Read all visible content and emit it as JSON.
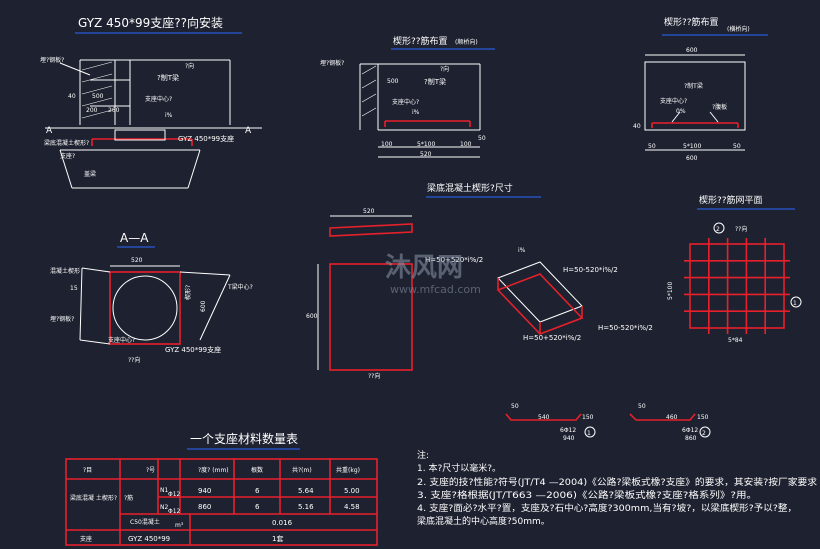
{
  "colors": {
    "background": "#1e2230",
    "line": "#ffffff",
    "rebar": "#e8202a",
    "underline": "#2a5bd7"
  },
  "titles": {
    "main": "GYZ  450*99支座??向安装",
    "rebar_long": "楔形??筋布置",
    "rebar_long_sub": "(顺桥向)",
    "rebar_trans": "楔形??筋布置",
    "rebar_trans_sub": "(横桥向)",
    "wedge_size": "梁底混凝土楔形?尺寸",
    "mesh_plan": "楔形??筋网平面",
    "section_aa": "A—A",
    "table_title": "一个支座材料数量表",
    "notes_head": "注:"
  },
  "main_view": {
    "label_top_left": "埋?钢板?",
    "label_beam": "?制T梁",
    "label_dir": "?向",
    "label_center": "支座中心?",
    "label_slope": "i%",
    "label_wedge": "梁底混凝土楔形?",
    "label_support": "支座?",
    "label_bearing": "GYZ 450*99支座",
    "label_pier": "盖梁",
    "label_a_left": "A",
    "label_a_right": "A",
    "dim_40": "40",
    "dim_500": "500",
    "dim_200": "200",
    "dim_260": "260"
  },
  "long_view": {
    "label_plate": "埋?钢板?",
    "label_beam": "?制T梁",
    "label_dir": "?向",
    "label_center": "支座中心?",
    "label_slope": "i%",
    "dim_100a": "100",
    "dim_5x100": "5*100",
    "dim_100b": "100",
    "dim_520": "520",
    "dim_500": "500",
    "dim_50": "50"
  },
  "trans_view": {
    "dim_600_top": "600",
    "label_beam": "?制T梁",
    "label_center": "支座中心?",
    "label_slope": "0%",
    "label_rib": "?腹板",
    "dim_50a": "50",
    "dim_5x100": "5*100",
    "dim_50b": "50",
    "dim_600_bottom": "600",
    "dim_40": "40"
  },
  "wedge_view": {
    "dim_520": "520",
    "dim_600": "600",
    "h_top": "H=50+520*i%/2",
    "h_right_top": "H=50-520*i%/2",
    "h_bottom": "H=50+520*i%/2",
    "h_right_bottom": "H=50-520*i%/2",
    "label_slope": "i%",
    "label_dir": "??向"
  },
  "section_view": {
    "dim_520": "520",
    "dim_600": "600",
    "dim_15": "15",
    "label_wedge": "混凝土楔形",
    "label_plate": "埋?钢板?",
    "label_center": "支座中心?",
    "label_bearing": "GYZ 450*99支座",
    "label_dir": "??向",
    "label_bottom_center": "支座中心?",
    "label_right_center": "T梁中心?",
    "label_vert": "楔形?"
  },
  "mesh_view": {
    "mark_top": "2",
    "mark_right": "1",
    "label_dir": "??向",
    "dim_right": "5*100",
    "dim_bottom": "5*84"
  },
  "bar_shapes": [
    {
      "l": "50",
      "m": "540",
      "r": "150",
      "spec": "6Φ12",
      "len": "940",
      "mark": "1"
    },
    {
      "l": "50",
      "m": "460",
      "r": "150",
      "spec": "6Φ12",
      "len": "860",
      "mark": "2"
    }
  ],
  "watermark": {
    "brand": "沐风网",
    "url": "www.mfcad.com"
  },
  "table": {
    "headers": [
      "?目",
      "?号",
      "?度?\n(mm)",
      "根数",
      "共?(m)",
      "共重(kg)"
    ],
    "group_label": "梁底混凝\n土楔形?",
    "steel_label": "?筋",
    "rows": [
      {
        "id": "N1",
        "spec": "Φ12",
        "length": "940",
        "count": "6",
        "total": "5.64",
        "weight": "5.00"
      },
      {
        "id": "N2",
        "spec": "Φ12",
        "length": "860",
        "count": "6",
        "total": "5.16",
        "weight": "4.58"
      }
    ],
    "concrete": {
      "label": "C50混凝土",
      "unit": "m³",
      "value": "0.016"
    },
    "support": {
      "label": "支座",
      "spec": "GYZ 450*99",
      "value": "1套"
    }
  },
  "notes": [
    "1. 本?尺寸以毫米?。",
    "2. 支座的技?性能?符号(JT/T4 —2004)《公路?梁板式橡?支座》的要求，其安装?按厂家要求",
    "3. 支座?格根据(JT/T663 —2006)《公路?梁板式橡?支座?格系列》?用。",
    "4. 支座?面必?水平?置，支座及?石中心?高度?300mm,当有?坡?，以梁底楔形?予以?整，",
    "   梁底混凝土的中心高度?50mm。"
  ]
}
